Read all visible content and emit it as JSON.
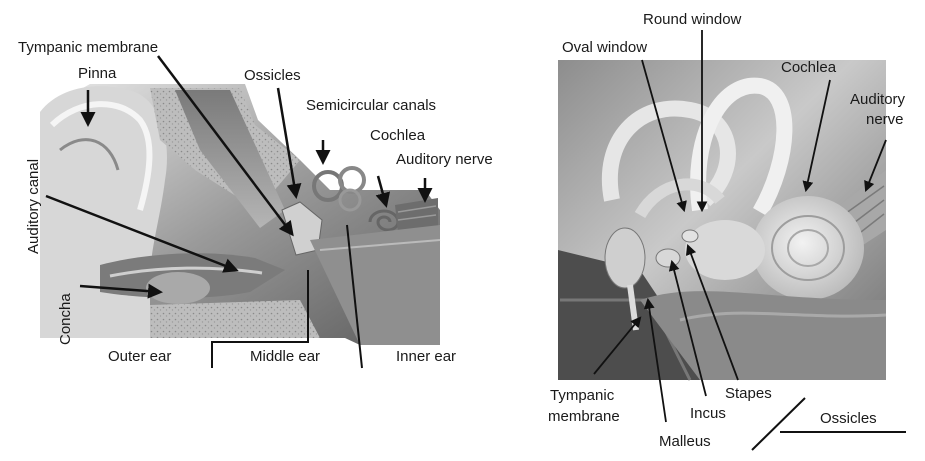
{
  "left_panel": {
    "labels": {
      "tympanic_membrane": "Tympanic membrane",
      "pinna": "Pinna",
      "ossicles": "Ossicles",
      "semicircular_canals": "Semicircular canals",
      "cochlea": "Cochlea",
      "auditory_nerve": "Auditory nerve",
      "auditory_canal": "Auditory canal",
      "concha": "Concha",
      "outer_ear": "Outer ear",
      "middle_ear": "Middle ear",
      "inner_ear": "Inner ear"
    }
  },
  "right_panel": {
    "labels": {
      "round_window": "Round window",
      "oval_window": "Oval window",
      "cochlea": "Cochlea",
      "auditory_nerve_1": "Auditory",
      "auditory_nerve_2": "nerve",
      "tympanic_membrane_1": "Tympanic",
      "tympanic_membrane_2": "membrane",
      "stapes": "Stapes",
      "incus": "Incus",
      "malleus": "Malleus",
      "ossicles": "Ossicles"
    }
  }
}
